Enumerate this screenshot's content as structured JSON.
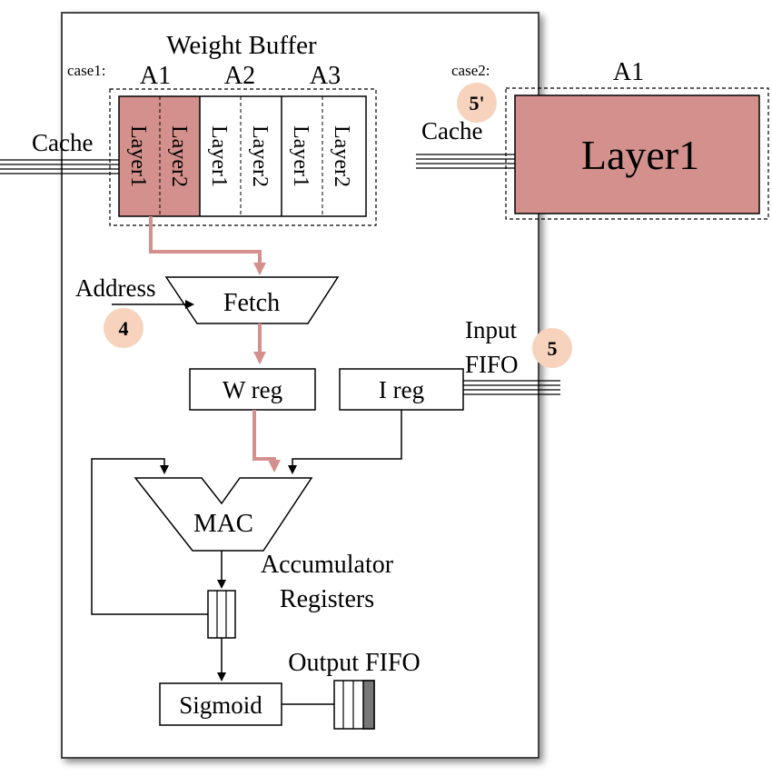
{
  "title": "Weight Buffer",
  "case1": {
    "label": "case1:",
    "columns": [
      "A1",
      "A2",
      "A3"
    ],
    "cells": [
      "Layer1",
      "Layer2",
      "Layer1",
      "Layer2",
      "Layer1",
      "Layer2"
    ],
    "highlighted_cells": [
      0,
      1
    ]
  },
  "case2": {
    "label": "case2:",
    "column": "A1",
    "cell": "Layer1"
  },
  "labels": {
    "cache_left": "Cache",
    "cache_right": "Cache",
    "address": "Address",
    "fetch": "Fetch",
    "w_reg": "W reg",
    "i_reg": "I reg",
    "input_fifo_line1": "Input",
    "input_fifo_line2": "FIFO",
    "mac": "MAC",
    "accumulator_line1": "Accumulator",
    "accumulator_line2": "Registers",
    "output_fifo": "Output FIFO",
    "sigmoid": "Sigmoid"
  },
  "badges": {
    "step4": "4",
    "step5": "5",
    "step5prime": "5'"
  },
  "colors": {
    "highlight_fill": "#d4908c",
    "highlight_arrow": "#d4908c",
    "badge_fill": "#f7d3bd",
    "line": "#000000"
  }
}
